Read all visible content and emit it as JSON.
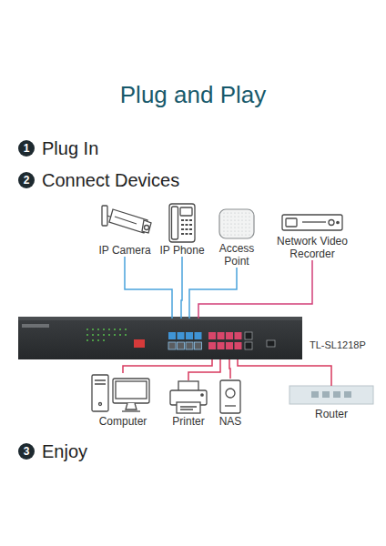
{
  "diagram": {
    "title": "Plug and Play",
    "nodes": [
      {
        "text": [
          "IP Camera"
        ]
      },
      {
        "text": [
          "IP Phone"
        ]
      },
      {
        "text": [
          "Access Point"
        ]
      },
      {
        "text": [
          "Network Video Recorder"
        ]
      },
      {
        "text": [
          "TL-SL1218P"
        ]
      },
      {
        "text": [
          "Computer"
        ]
      },
      {
        "text": [
          "Printer"
        ]
      },
      {
        "text": [
          "NAS"
        ]
      },
      {
        "text": [
          "Router"
        ]
      }
    ],
    "edges": [
      {
        "from": 0,
        "to": 4,
        "arrow": "none"
      },
      {
        "from": 1,
        "to": 4,
        "arrow": "none"
      },
      {
        "from": 2,
        "to": 4,
        "arrow": "none"
      },
      {
        "from": 3,
        "to": 4,
        "arrow": "none"
      },
      {
        "from": 4,
        "to": 5,
        "arrow": "none"
      },
      {
        "from": 4,
        "to": 6,
        "arrow": "none"
      },
      {
        "from": 4,
        "to": 7,
        "arrow": "none"
      },
      {
        "from": 4,
        "to": 8,
        "arrow": "none"
      }
    ],
    "labels": [
      "1",
      "Plug In",
      "2",
      "Connect Devices",
      "3",
      "Enjoy"
    ]
  }
}
